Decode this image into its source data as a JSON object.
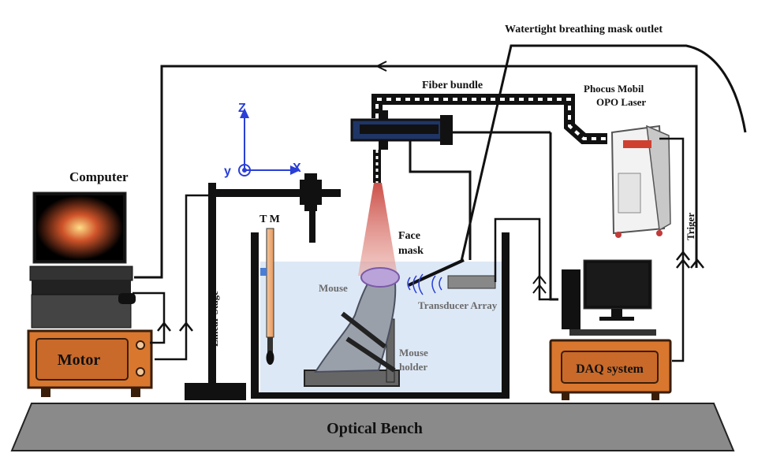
{
  "labels": {
    "watertight": "Watertight breathing mask outlet",
    "fiber_bundle": "Fiber bundle",
    "laser_line1": "Phocus Mobil",
    "laser_line2": "OPO Laser",
    "computer": "Computer",
    "face_mask_line1": "Face",
    "face_mask_line2": "mask",
    "mouse": "Mouse",
    "transducer": "Transducer Array",
    "holder_line1": "Mouse",
    "holder_line2": "holder",
    "tm": "T M",
    "linear_stage": "Linear Stage",
    "triger": "Triger",
    "motor": "Motor",
    "daq": "DAQ system",
    "bench": "Optical Bench"
  },
  "axes": {
    "z": "Z",
    "y": "y",
    "x": "X"
  },
  "colors": {
    "bench": "#8a8a8a",
    "box_fill": "#d9772f",
    "box_border": "#3a1e0a",
    "water": "#dde8f6",
    "beam": "#d9574f",
    "axis": "#2a3fd6",
    "laser_cabinet": "#f2f2f2"
  }
}
